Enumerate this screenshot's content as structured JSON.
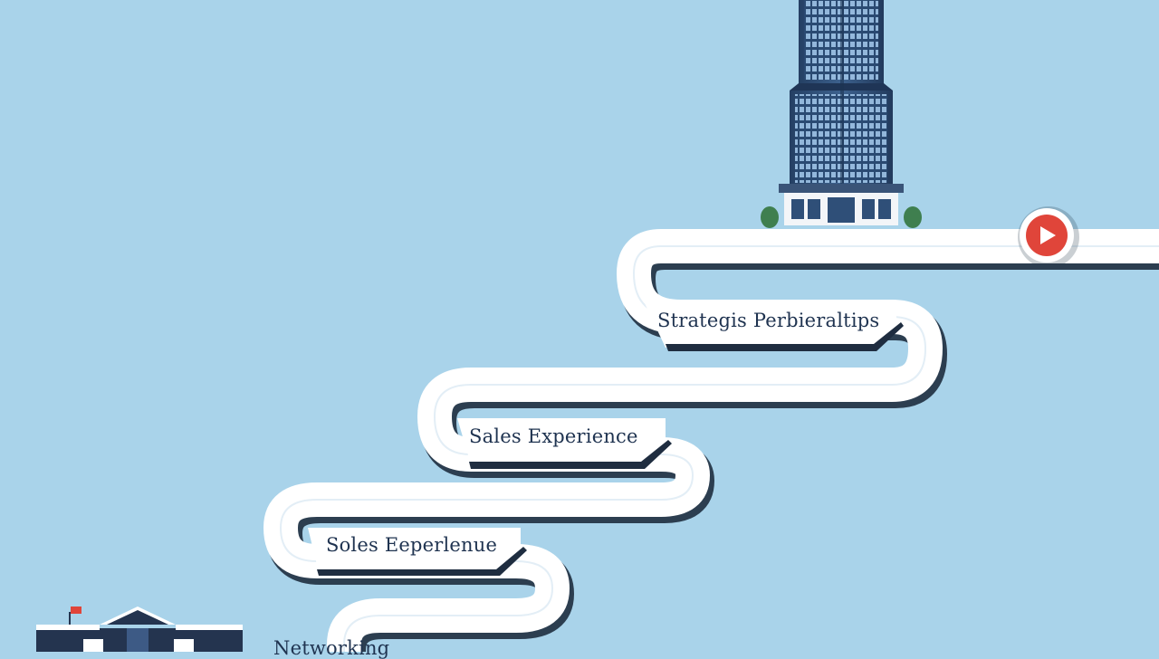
{
  "steps": [
    {
      "label": "Strategis Perbieraltips"
    },
    {
      "label": "Sales Experience"
    },
    {
      "label": "Soles Eeperlenue"
    },
    {
      "label": "Networking"
    }
  ],
  "colors": {
    "background": "#a9d3ea",
    "path": "#ffffff",
    "path_edge": "#2c3e50",
    "tower": "#2f4f78",
    "accent": "#e0453a"
  },
  "icons": {
    "goal": "play-marker-icon",
    "start": "school-building-icon",
    "end": "skyscraper-icon"
  }
}
